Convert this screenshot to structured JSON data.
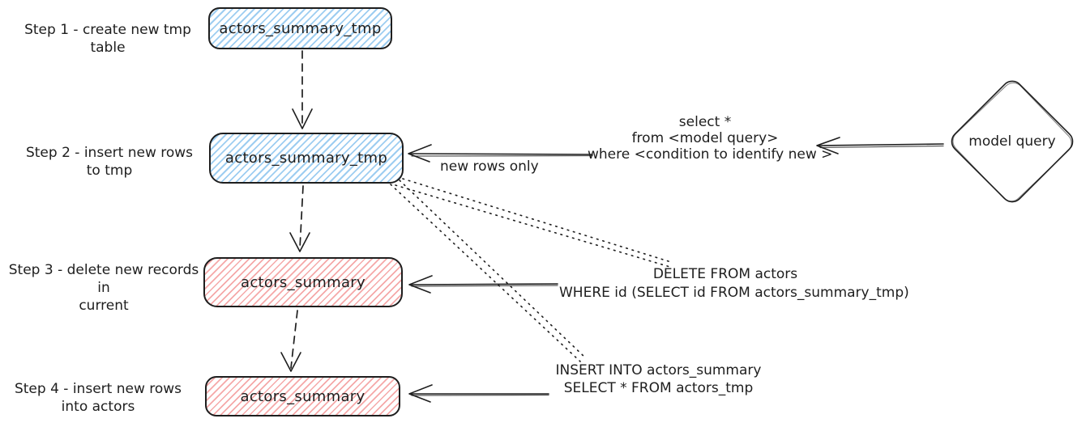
{
  "steps": [
    {
      "label_line1": "Step 1 - create new tmp table",
      "label_line2": "",
      "node_label": "actors_summary_tmp"
    },
    {
      "label_line1": "Step 2 - insert new rows",
      "label_line2": "to tmp",
      "node_label": "actors_summary_tmp"
    },
    {
      "label_line1": "Step 3 - delete new records in",
      "label_line2": "current",
      "node_label": "actors_summary"
    },
    {
      "label_line1": "Step 4 - insert new rows",
      "label_line2": "into actors",
      "node_label": "actors_summary"
    }
  ],
  "model_query": {
    "label": "model query"
  },
  "annotations": {
    "select_query": {
      "line1": "select *",
      "line2": "from <model query>",
      "line3": "where <condition to identify new >"
    },
    "new_rows_only": "new rows only",
    "delete_query": {
      "line1": "DELETE FROM actors",
      "line2": "WHERE id (SELECT id FROM actors_summary_tmp)"
    },
    "insert_query": {
      "line1": "INSERT INTO actors_summary",
      "line2": "SELECT * FROM actors_tmp"
    }
  },
  "colors": {
    "stroke": "#1e1e1e",
    "blue_hatch": "#9dcdf1",
    "red_hatch": "#f5a8a8"
  }
}
